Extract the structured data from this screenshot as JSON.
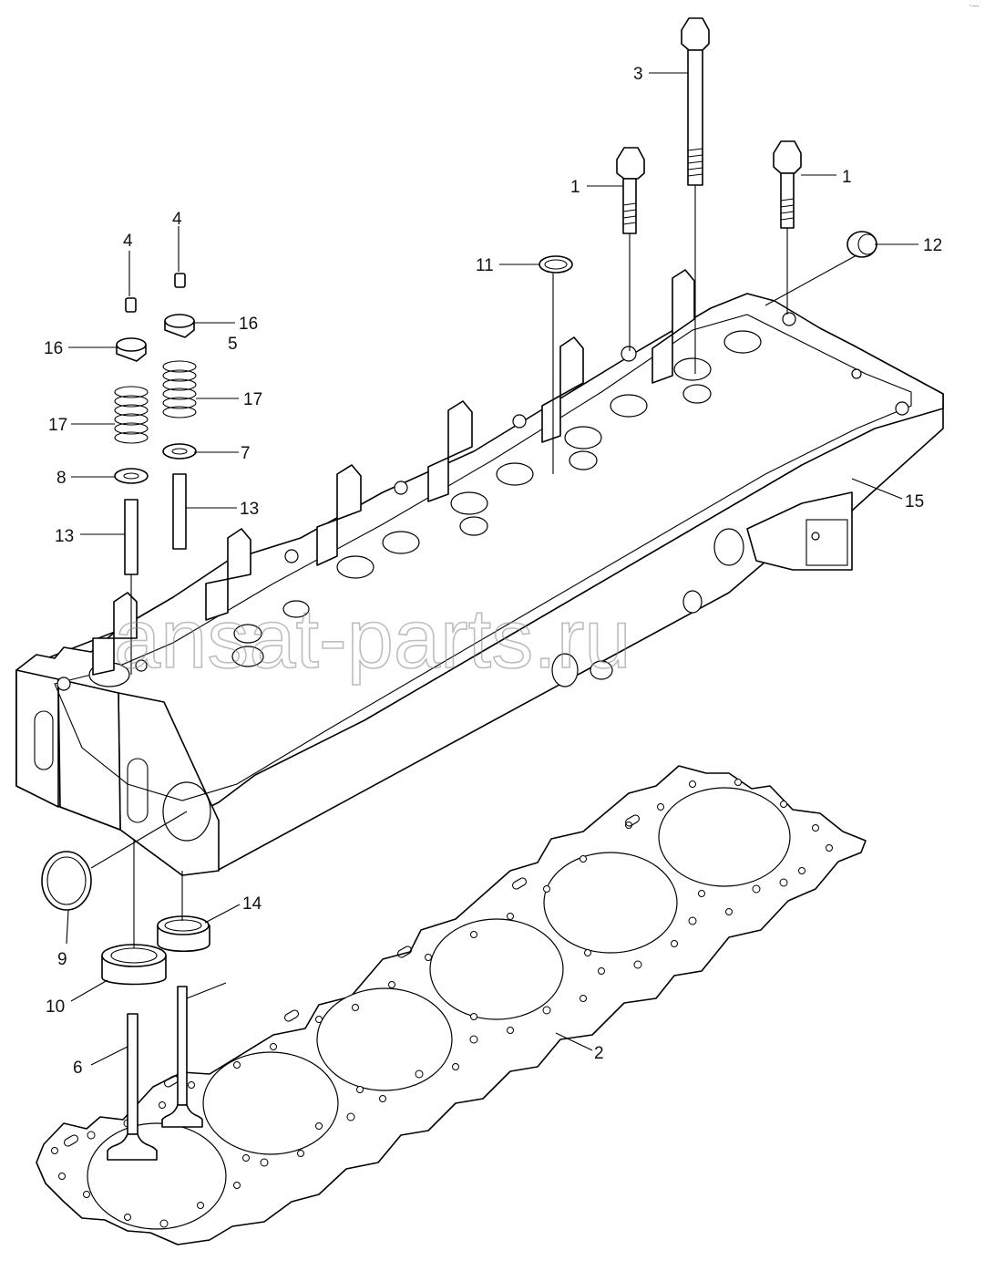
{
  "diagram": {
    "watermark": "ansat-parts.ru",
    "corner_mark": "·—",
    "callouts": [
      {
        "id": "c1a",
        "label": "1"
      },
      {
        "id": "c1b",
        "label": "1"
      },
      {
        "id": "c2",
        "label": "2"
      },
      {
        "id": "c3",
        "label": "3"
      },
      {
        "id": "c4a",
        "label": "4"
      },
      {
        "id": "c4b",
        "label": "4"
      },
      {
        "id": "c5",
        "label": "5"
      },
      {
        "id": "c6",
        "label": "6"
      },
      {
        "id": "c7",
        "label": "7"
      },
      {
        "id": "c8",
        "label": "8"
      },
      {
        "id": "c9",
        "label": "9"
      },
      {
        "id": "c10",
        "label": "10"
      },
      {
        "id": "c11",
        "label": "11"
      },
      {
        "id": "c12",
        "label": "12"
      },
      {
        "id": "c13a",
        "label": "13"
      },
      {
        "id": "c13b",
        "label": "13"
      },
      {
        "id": "c14",
        "label": "14"
      },
      {
        "id": "c15",
        "label": "15"
      },
      {
        "id": "c16a",
        "label": "16"
      },
      {
        "id": "c16b",
        "label": "16"
      },
      {
        "id": "c17a",
        "label": "17"
      },
      {
        "id": "c17b",
        "label": "17"
      }
    ]
  }
}
